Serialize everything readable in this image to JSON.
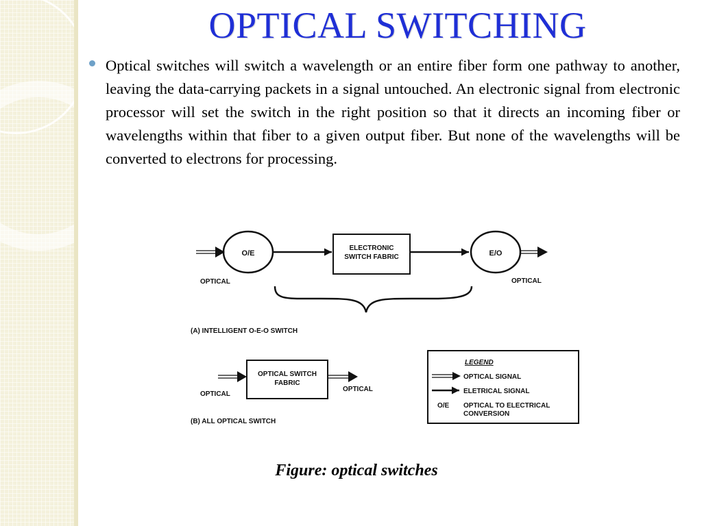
{
  "slide": {
    "title": "OPTICAL SWITCHING",
    "bullet": "Optical switches will switch a wavelength or an entire fiber form one pathway to another, leaving the data-carrying packets in a signal untouched. An electronic signal from electronic processor will set the switch in the right position so that it directs an incoming fiber or wavelengths within that fiber to a given output fiber. But none of the wavelengths will be converted to electrons for processing.",
    "caption": "Figure: optical switches"
  },
  "figure": {
    "oe_node": "O/E",
    "eo_node": "E/O",
    "electronic_fabric": [
      "ELECTRONIC",
      "SWITCH FABRIC"
    ],
    "optical_in_a": "OPTICAL",
    "optical_out_a": "OPTICAL",
    "caption_a": "(A) INTELLIGENT O-E-O SWITCH",
    "optical_fabric": [
      "OPTICAL SWITCH",
      "FABRIC"
    ],
    "optical_in_b": "OPTICAL",
    "optical_out_b": "OPTICAL",
    "caption_b": "(B) ALL OPTICAL SWITCH",
    "legend": {
      "title": "LEGEND",
      "optical_signal": "OPTICAL SIGNAL",
      "electrical_signal": "ELETRICAL SIGNAL",
      "oe_abbr": "O/E",
      "oe_meaning": [
        "OPTICAL TO ELECTRICAL",
        "CONVERSION"
      ]
    }
  }
}
